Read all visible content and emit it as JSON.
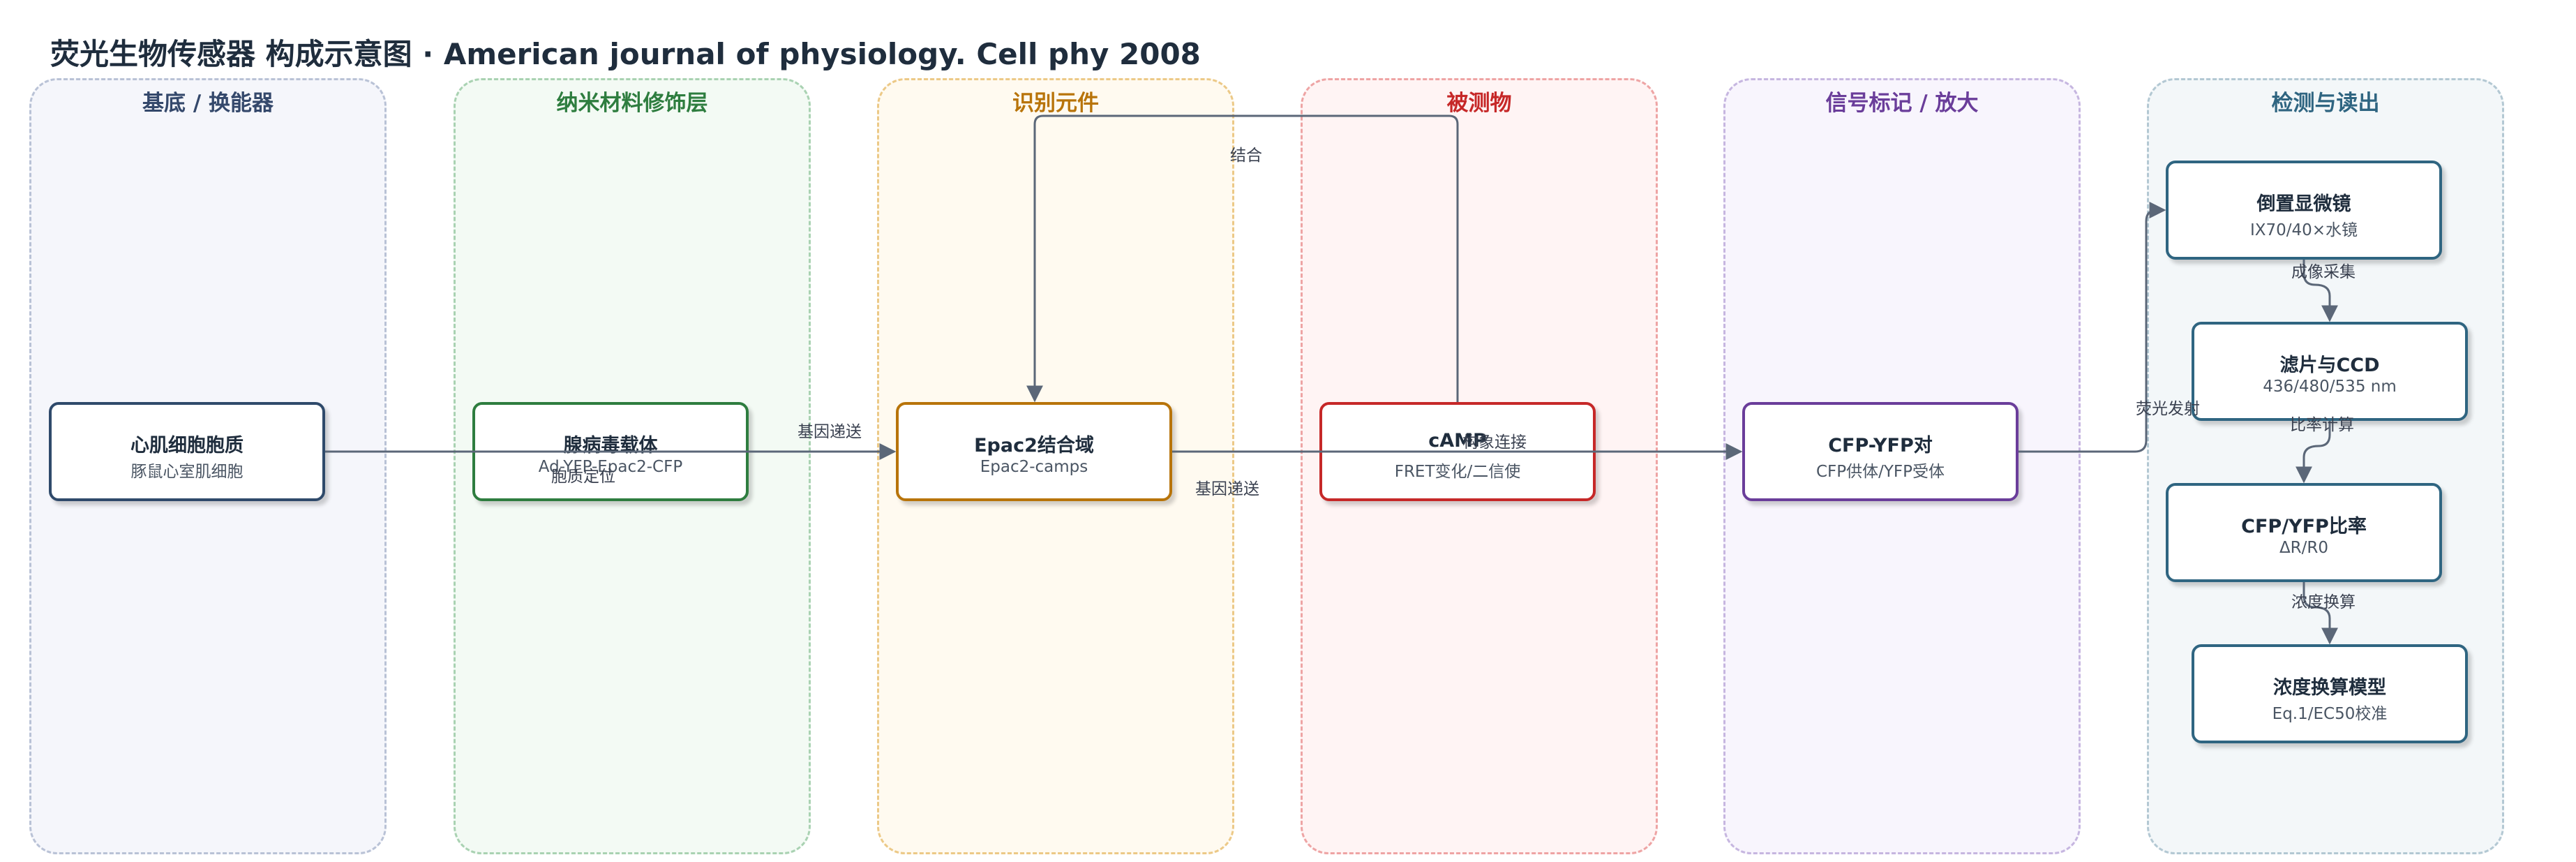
{
  "title": "荧光生物传感器 构成示意图 · American journal of physiology. Cell phy 2008",
  "colors": {
    "edge": "#5b6778",
    "lanes": [
      {
        "border": "#b9c2d6",
        "fill": "#f5f6fb",
        "text": "#34486b"
      },
      {
        "border": "#a9d2b2",
        "fill": "#f3faf4",
        "text": "#2e7d3f"
      },
      {
        "border": "#ecc987",
        "fill": "#fffaf0",
        "text": "#b8740a"
      },
      {
        "border": "#eea4a4",
        "fill": "#fff4f4",
        "text": "#c62828"
      },
      {
        "border": "#c6b6e0",
        "fill": "#f8f5fd",
        "text": "#6a3d9a"
      },
      {
        "border": "#b3c8d3",
        "fill": "#f3f7f9",
        "text": "#2f6581"
      }
    ]
  },
  "lanes": [
    {
      "label": "基底 / 换能器"
    },
    {
      "label": "纳米材料修饰层"
    },
    {
      "label": "识别元件"
    },
    {
      "label": "被测物"
    },
    {
      "label": "信号标记 / 放大"
    },
    {
      "label": "检测与读出"
    }
  ],
  "nodes": {
    "cardiomyocyte": {
      "title": "心肌细胞胞质",
      "subtitle": "豚鼠心室肌细胞",
      "border": "#2f4a6b"
    },
    "adenovirus": {
      "title": "腺病毒载体",
      "subtitle": "Ad-YFP-Epac2-CFP",
      "border": "#2e7d3f"
    },
    "epac2": {
      "title": "Epac2结合域",
      "subtitle": "Epac2-camps",
      "border": "#b8740a"
    },
    "camp": {
      "title": "cAMP",
      "subtitle": "FRET变化/二信使",
      "border": "#c62828"
    },
    "cfp_yfp": {
      "title": "CFP-YFP对",
      "subtitle": "CFP供体/YFP受体",
      "border": "#6a3d9a"
    },
    "microscope": {
      "title": "倒置显微镜",
      "subtitle": "IX70/40×水镜",
      "border": "#2f6581"
    },
    "filter_ccd": {
      "title": "滤片与CCD",
      "subtitle": "436/480/535 nm",
      "border": "#2f6581"
    },
    "ratio": {
      "title": "CFP/YFP比率",
      "subtitle": "ΔR/R0",
      "border": "#2f6581"
    },
    "model": {
      "title": "浓度换算模型",
      "subtitle": "Eq.1/EC50校准",
      "border": "#2f6581"
    }
  },
  "edges": {
    "gene_delivery_1": "基因递送",
    "localization": "胞质定位",
    "binding": "结合",
    "gene_delivery_2": "基因递送",
    "conformation": "构象连接",
    "fluorescence": "荧光发射",
    "imaging": "成像采集",
    "ratio_calc": "比率计算",
    "conversion": "浓度换算"
  }
}
